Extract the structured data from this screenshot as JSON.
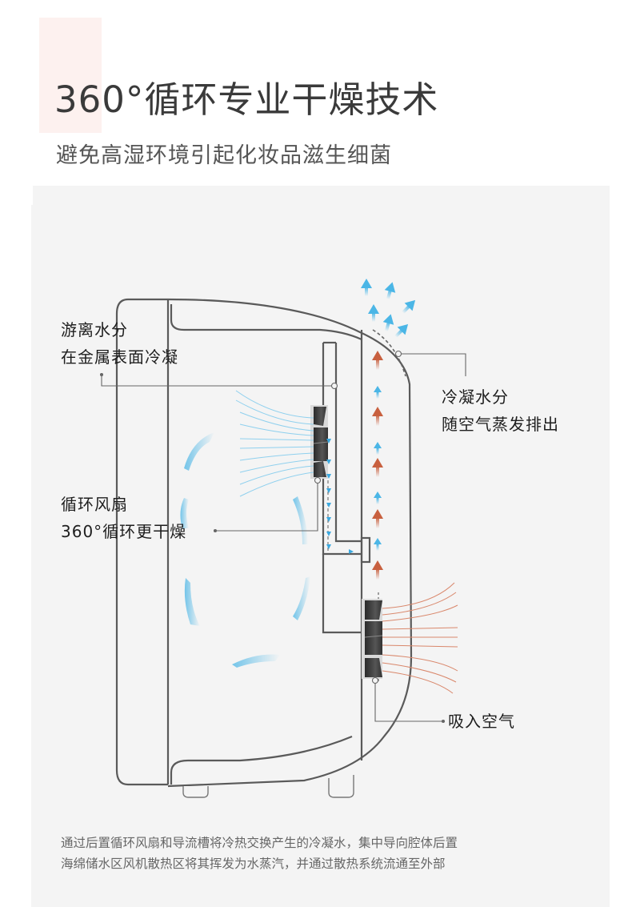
{
  "header": {
    "title": "360°循环专业干燥技术",
    "subtitle": "避免高湿环境引起化妆品滋生细菌"
  },
  "colors": {
    "accent_block": "#fdf1ef",
    "panel_bg": "#f4f4f4",
    "cool_air": "#4bb6e6",
    "warm_air": "#c8603f",
    "outline": "#555555"
  },
  "callouts": {
    "condense": {
      "line1": "游离水分",
      "line2": "在金属表面冷凝"
    },
    "exhaust": {
      "line1": "冷凝水分",
      "line2": "随空气蒸发排出"
    },
    "fan": {
      "line1": "循环风扇",
      "line2": "360°循环更干燥"
    },
    "intake": {
      "line1": "吸入空气"
    }
  },
  "diagram": {
    "components": [
      "cabinet-outline",
      "circulation-fan",
      "intake-fan",
      "condensation-channel",
      "exhaust-vent"
    ],
    "airflow": [
      "circulating-cool-air",
      "warm-intake-air",
      "rising-exhaust-air",
      "condensate-drip"
    ]
  },
  "footnote": {
    "line1": "通过后置循环风扇和导流槽将冷热交换产生的冷凝水，集中导向腔体后置",
    "line2": "海绵储水区风机散热区将其挥发为水蒸汽，并通过散热系统流通至外部"
  }
}
